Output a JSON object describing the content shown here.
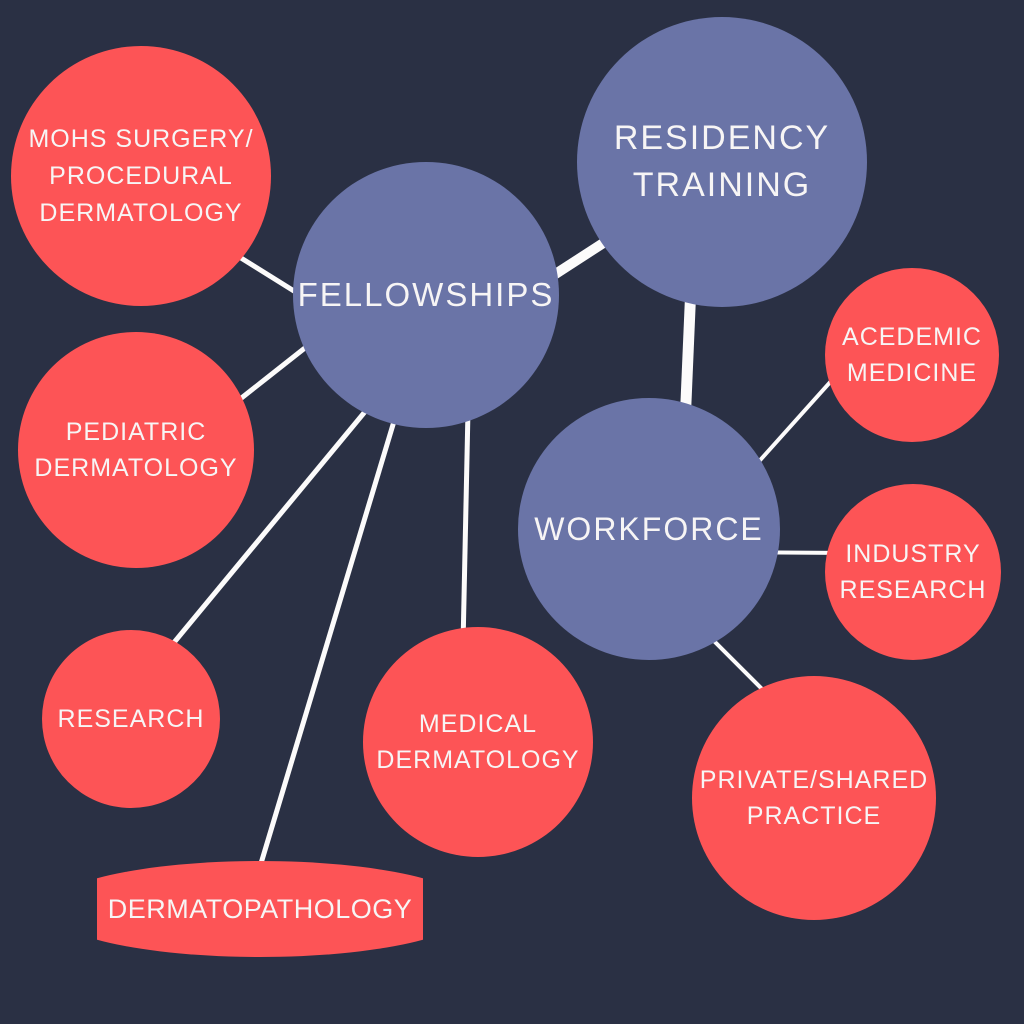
{
  "diagram": {
    "type": "mind-map",
    "colors": {
      "background": "#2a3044",
      "primary_node": "#6a74a7",
      "secondary_node": "#fd5456",
      "text": "#f7f5f5",
      "connector": "#fcfbfb"
    },
    "nodes": {
      "fellowships": {
        "role": "hub",
        "lines": [
          "FELLOWSHIPS"
        ]
      },
      "residency": {
        "role": "hub",
        "lines": [
          "RESIDENCY",
          "TRAINING"
        ]
      },
      "workforce": {
        "role": "hub",
        "lines": [
          "WORKFORCE"
        ]
      },
      "mohs": {
        "role": "satellite",
        "lines": [
          "MOHS SURGERY/",
          "PROCEDURAL",
          "DERMATOLOGY"
        ]
      },
      "pediatric": {
        "role": "satellite",
        "lines": [
          "PEDIATRIC",
          "DERMATOLOGY"
        ]
      },
      "research": {
        "role": "satellite",
        "lines": [
          "RESEARCH"
        ]
      },
      "dermatopathology": {
        "role": "satellite",
        "lines": [
          "DERMATOPATHOLOGY"
        ]
      },
      "medical": {
        "role": "satellite",
        "lines": [
          "MEDICAL",
          "DERMATOLOGY"
        ]
      },
      "acedemic": {
        "role": "satellite",
        "lines": [
          "ACEDEMIC",
          "MEDICINE"
        ]
      },
      "industry": {
        "role": "satellite",
        "lines": [
          "INDUSTRY",
          "RESEARCH"
        ]
      },
      "private": {
        "role": "satellite",
        "lines": [
          "PRIVATE/SHARED",
          "PRACTICE"
        ]
      }
    },
    "edges": [
      {
        "from": "fellowships",
        "to": "mohs",
        "weight": "thin"
      },
      {
        "from": "fellowships",
        "to": "pediatric",
        "weight": "thin"
      },
      {
        "from": "fellowships",
        "to": "research",
        "weight": "thin"
      },
      {
        "from": "fellowships",
        "to": "dermatopathology",
        "weight": "thin"
      },
      {
        "from": "fellowships",
        "to": "medical",
        "weight": "thin"
      },
      {
        "from": "fellowships",
        "to": "residency",
        "weight": "thick"
      },
      {
        "from": "residency",
        "to": "workforce",
        "weight": "thick"
      },
      {
        "from": "workforce",
        "to": "acedemic",
        "weight": "thin"
      },
      {
        "from": "workforce",
        "to": "industry",
        "weight": "thin"
      },
      {
        "from": "workforce",
        "to": "private",
        "weight": "thin"
      }
    ]
  }
}
